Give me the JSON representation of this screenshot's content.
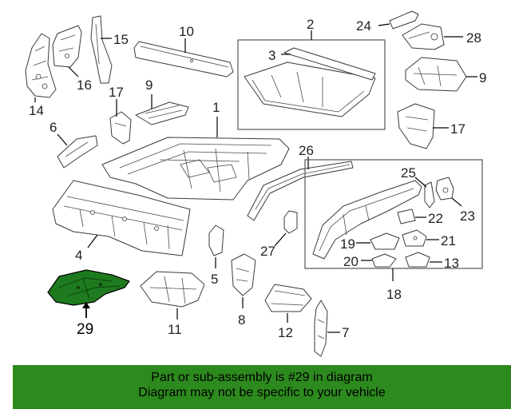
{
  "callouts": {
    "c1": "1",
    "c2": "2",
    "c3": "3",
    "c4": "4",
    "c5": "5",
    "c6": "6",
    "c7": "7",
    "c8": "8",
    "c9": "9",
    "c9b": "9",
    "c10": "10",
    "c11": "11",
    "c12": "12",
    "c13": "13",
    "c14": "14",
    "c15": "15",
    "c16": "16",
    "c17": "17",
    "c17b": "17",
    "c18": "18",
    "c19": "19",
    "c20": "20",
    "c21": "21",
    "c22": "22",
    "c23": "23",
    "c24": "24",
    "c25": "25",
    "c26": "26",
    "c27": "27",
    "c28": "28",
    "c29": "29"
  },
  "highlight_color": "#1e7a1e",
  "banner": {
    "line1": "Part or sub-assembly is #29 in diagram",
    "line2": "Diagram may not be specific to your vehicle",
    "color": "#2d8a1e"
  }
}
